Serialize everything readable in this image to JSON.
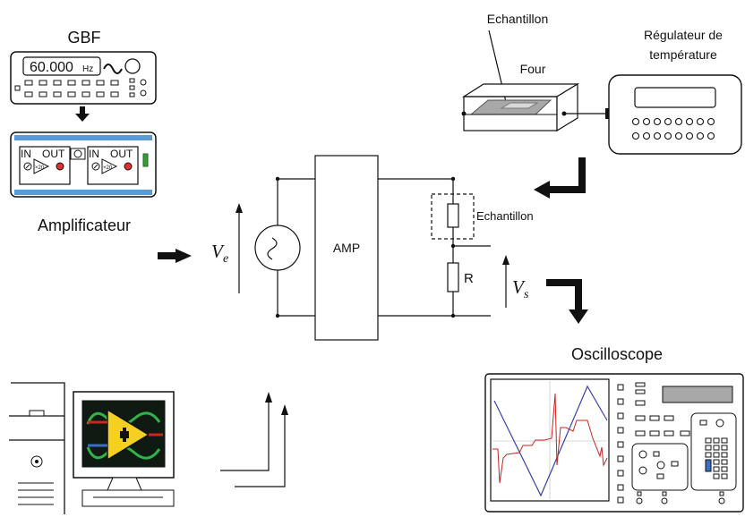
{
  "labels": {
    "gbf": "GBF",
    "gbf_display": "60.000",
    "gbf_unit": "Hz",
    "amp_in": "IN",
    "amp_out": "OUT",
    "amp_gain": "×20",
    "amplificateur": "Amplificateur",
    "echantillon_top": "Echantillon",
    "four": "Four",
    "regulateur_line1": "Régulateur de",
    "regulateur_line2": "température",
    "amp_block": "AMP",
    "echantillon_circuit": "Echantillon",
    "resistor": "R",
    "ve_main": "V",
    "ve_sub": "e",
    "vs_main": "V",
    "vs_sub": "s",
    "oscilloscope": "Oscilloscope"
  },
  "icons": [
    "sine-wave-icon",
    "function-generator-icon",
    "amplifier-icon",
    "furnace-icon",
    "temperature-controller-icon",
    "oscilloscope-icon",
    "computer-tower-icon",
    "monitor-icon",
    "labview-logo-icon",
    "arrow-icon"
  ],
  "colors": {
    "amp_rail": "#5b9bd5",
    "amp_led_red": "#e03030",
    "amp_led_green": "#3a9a3a",
    "trace_red": "#c8261e",
    "trace_blue": "#3a3fb0",
    "osc_key_blue": "#3b6fc7",
    "labview_yellow": "#f5d020",
    "labview_green": "#2fb34a",
    "furnace_gray": "#a8a8a8"
  }
}
